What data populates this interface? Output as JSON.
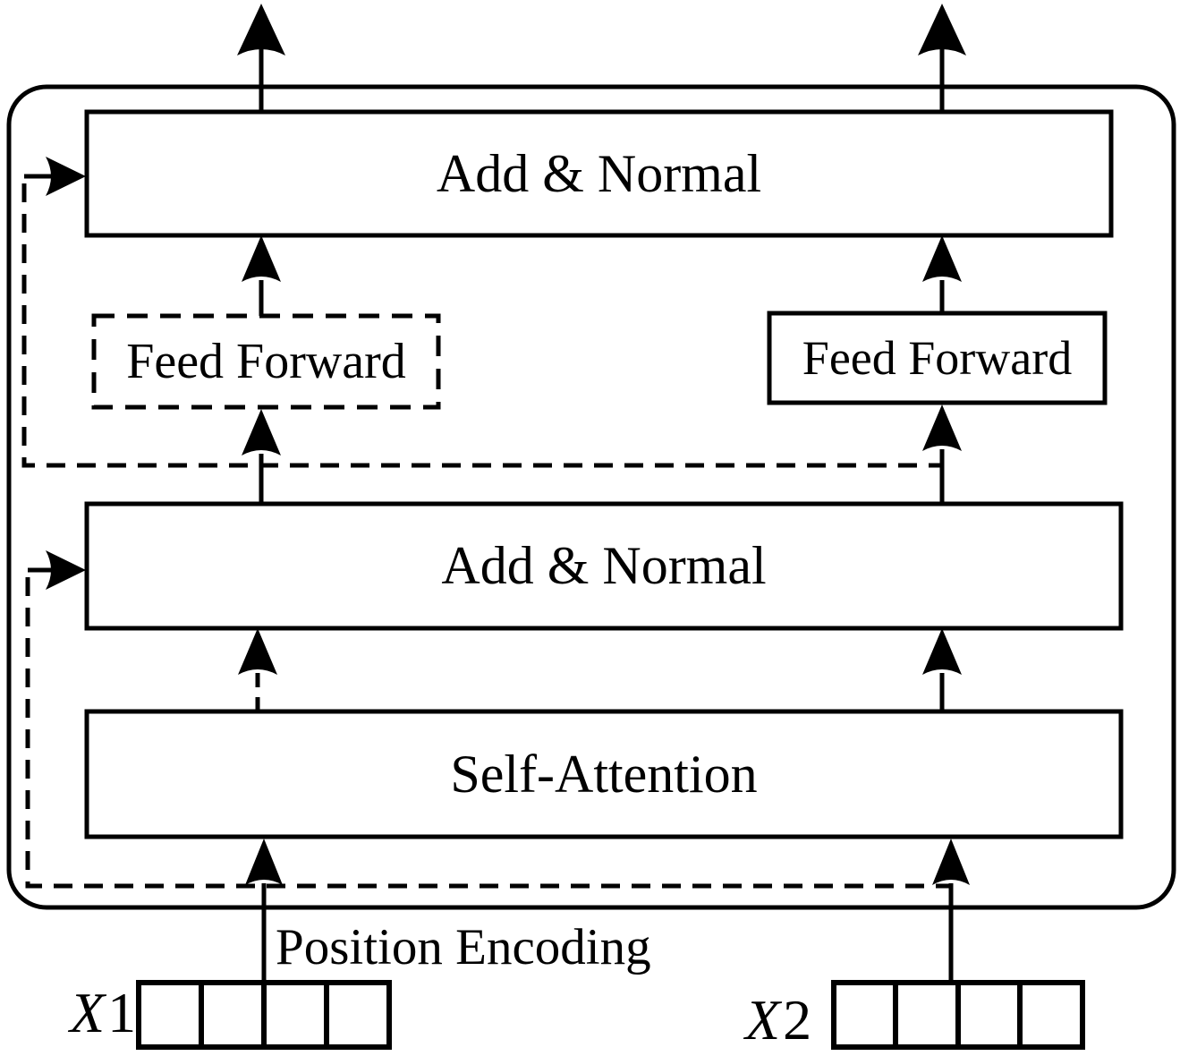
{
  "figure": {
    "type": "transformer-encoder-block-diagram",
    "background": "#ffffff",
    "line_color": "#000000"
  },
  "boxes": {
    "add_normal_top": {
      "label": "Add & Normal",
      "border": "solid"
    },
    "feed_forward_left": {
      "label": "Feed Forward",
      "border": "dashed"
    },
    "feed_forward_right": {
      "label": "Feed Forward",
      "border": "solid"
    },
    "add_normal_middle": {
      "label": "Add & Normal",
      "border": "solid"
    },
    "self_attention": {
      "label": "Self-Attention",
      "border": "solid"
    }
  },
  "labels": {
    "position_encoding": "Position Encoding",
    "input_left": {
      "letter": "X",
      "digit": "1"
    },
    "input_right": {
      "letter": "X",
      "digit": "2"
    }
  }
}
